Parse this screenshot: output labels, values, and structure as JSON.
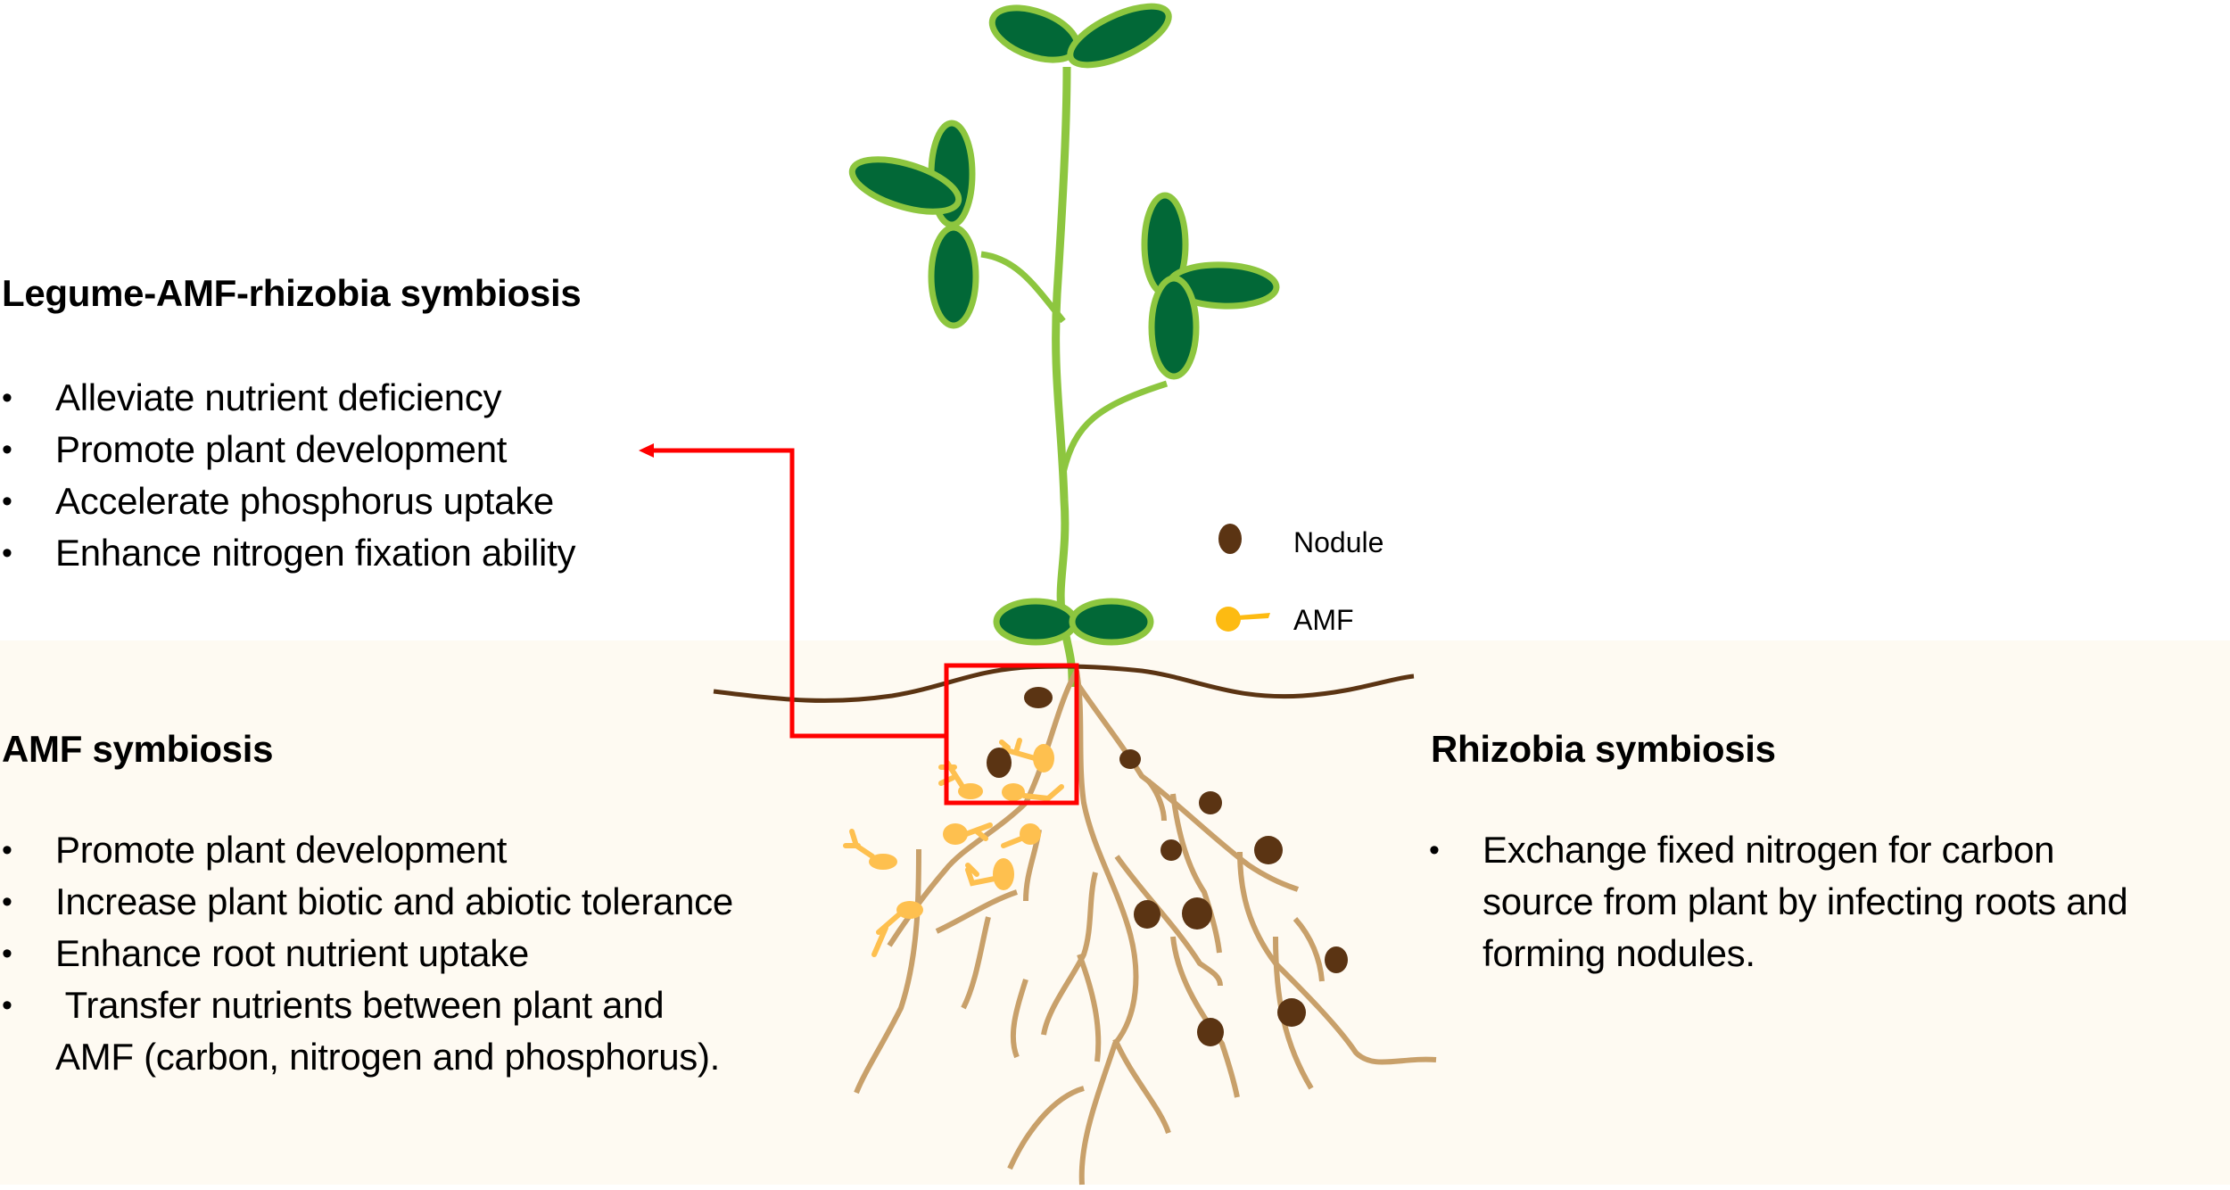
{
  "sections": {
    "legume": {
      "title": "Legume-AMF-rhizobia symbiosis",
      "items": [
        "Alleviate nutrient deficiency",
        "Promote plant development",
        "Accelerate phosphorus uptake",
        "Enhance nitrogen fixation ability"
      ]
    },
    "amf": {
      "title": "AMF symbiosis",
      "items": [
        "Promote plant development",
        "Increase plant biotic and abiotic tolerance",
        "Enhance root nutrient uptake",
        " Transfer nutrients between plant and",
        "AMF (carbon, nitrogen and phosphorus)."
      ]
    },
    "rhizobia": {
      "title": "Rhizobia symbiosis",
      "items": [
        "Exchange fixed nitrogen for carbon",
        "source from plant by infecting roots and",
        "forming nodules."
      ]
    }
  },
  "legend": {
    "nodule": "Nodule",
    "amf": "AMF"
  },
  "bullet": "•",
  "colors": {
    "leaf_fill": "#026837",
    "leaf_outline": "#8dc63f",
    "stem": "#8dc63f",
    "root": "#c8a06a",
    "nodule": "#5b3413",
    "amf": "#fec04f",
    "amf_legend": "#fdbb12",
    "soil_line": "#5b3413",
    "highlight": "#ff0000",
    "soil_bg": "#fefaf2"
  }
}
